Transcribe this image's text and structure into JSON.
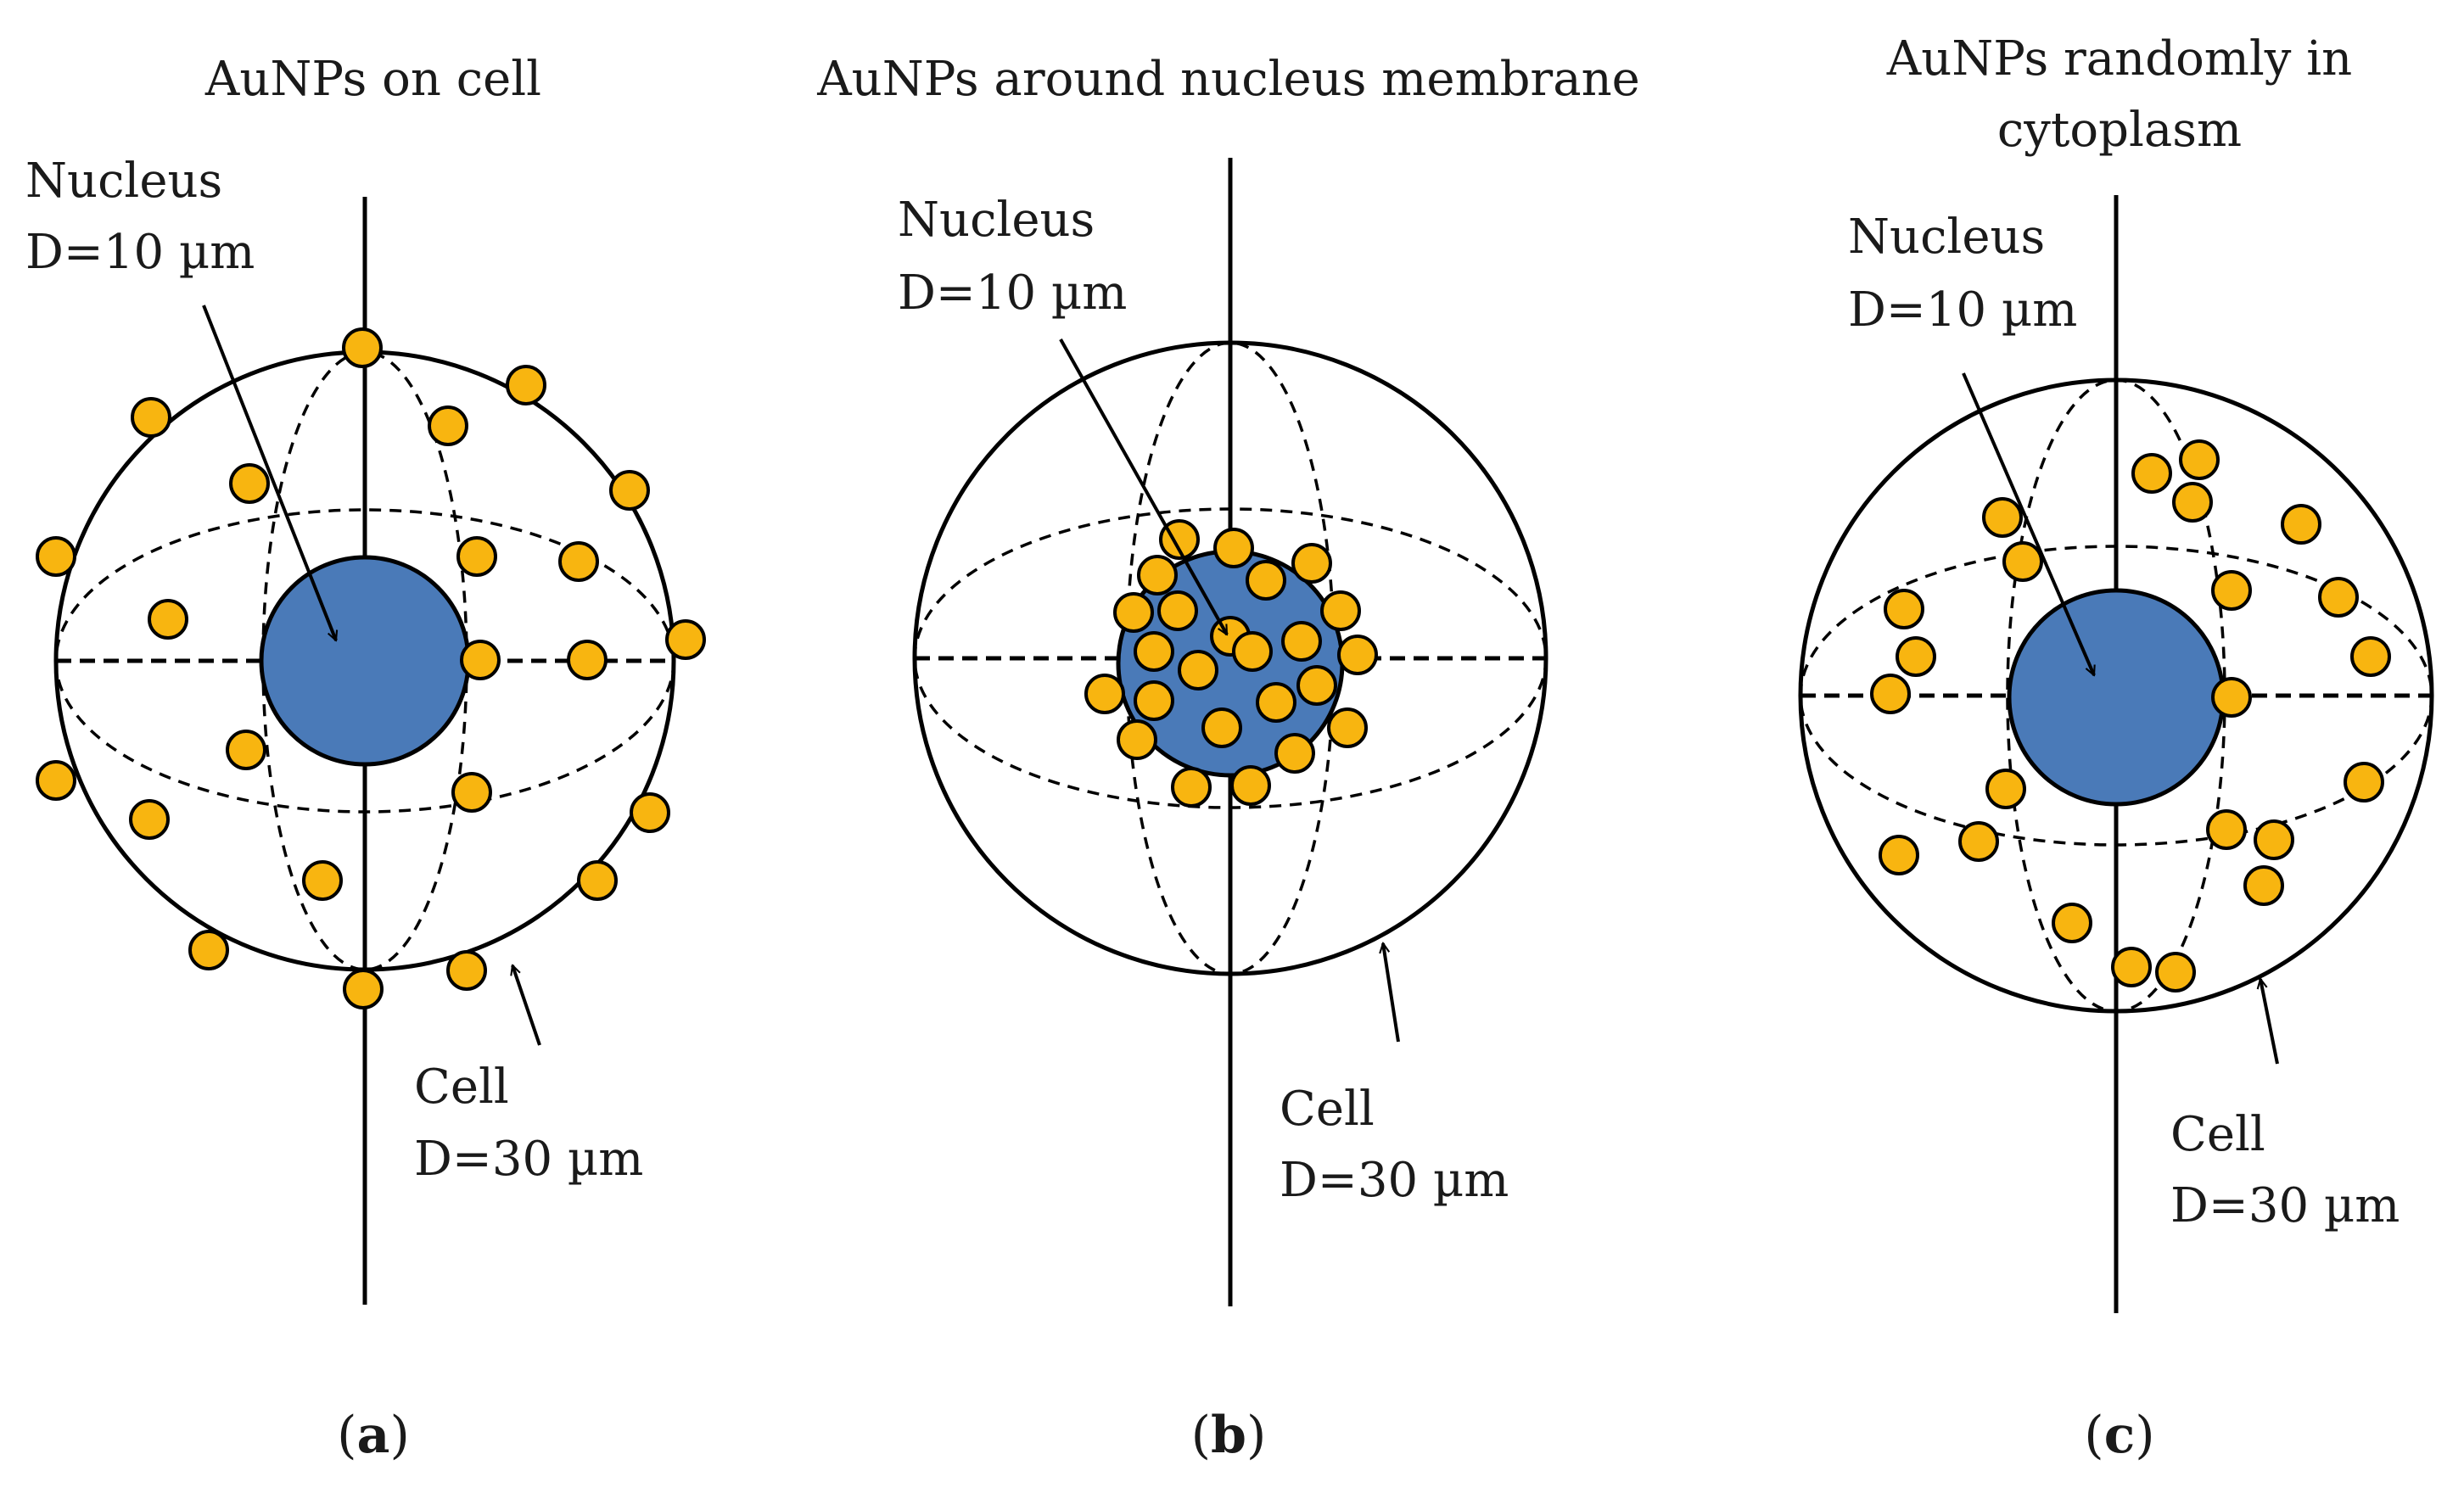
{
  "panels": [
    {
      "id": "a",
      "title_lines": [
        "AuNPs on cell"
      ],
      "nucleus_label": [
        "Nucleus",
        "D=10 µm"
      ],
      "cell_label": [
        "Cell",
        "D=30 µm"
      ],
      "sub_open": "(",
      "sub_letter": "a",
      "sub_close": ")"
    },
    {
      "id": "b",
      "title_lines": [
        "AuNPs around nucleus membrane"
      ],
      "nucleus_label": [
        "Nucleus",
        "D=10 µm"
      ],
      "cell_label": [
        "Cell",
        "D=30 µm"
      ],
      "sub_open": "(",
      "sub_letter": "b",
      "sub_close": ")"
    },
    {
      "id": "c",
      "title_lines": [
        "AuNPs randomly in",
        "cytoplasm"
      ],
      "nucleus_label": [
        "Nucleus",
        "D=10 µm"
      ],
      "cell_label": [
        "Cell",
        "D=30 µm"
      ],
      "sub_open": "(",
      "sub_letter": "c",
      "sub_close": ")"
    }
  ],
  "colors": {
    "nucleus": "#4a7ab8",
    "nanoparticle": "#f8b510",
    "outline": "#000000"
  }
}
